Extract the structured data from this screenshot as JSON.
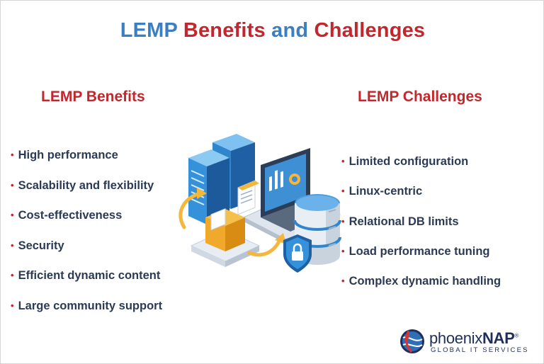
{
  "title": {
    "part1": "LEMP",
    "part2": "Benefits",
    "part3": "and",
    "part4": "Challenges"
  },
  "benefits": {
    "heading": "LEMP Benefits",
    "items": [
      "High performance",
      "Scalability and flexibility",
      "Cost-effectiveness",
      "Security",
      "Efficient dynamic content",
      "Large community support"
    ]
  },
  "challenges": {
    "heading": "LEMP Challenges",
    "items": [
      "Limited configuration",
      "Linux-centric",
      "Relational DB limits",
      "Load performance tuning",
      "Complex dynamic handling"
    ]
  },
  "logo": {
    "brand_light": "phoenix",
    "brand_bold": "NAP",
    "trademark": "®",
    "tagline": "GLOBAL IT SERVICES"
  },
  "icons": {
    "illustration": "server-database-laptop-illustration",
    "logo_mark": "phoenixnap-globe-icon"
  },
  "colors": {
    "title_blue": "#3b7fc2",
    "accent_red": "#c1272d",
    "text_dark": "#2b3a55"
  }
}
